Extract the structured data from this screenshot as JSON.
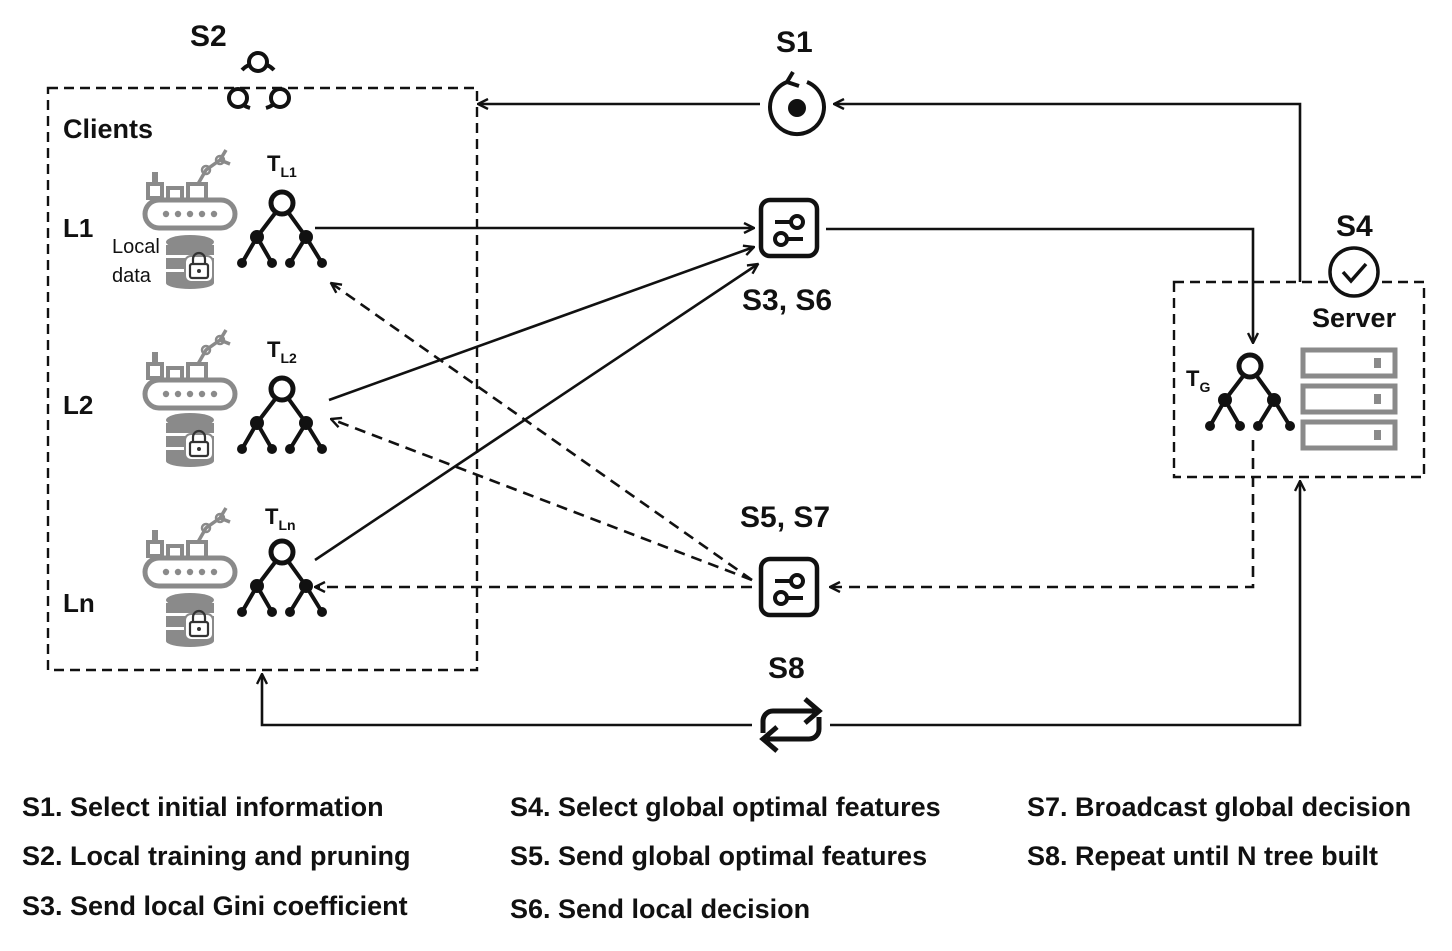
{
  "steps": {
    "s1": "S1",
    "s2": "S2",
    "s36": "S3, S6",
    "s4": "S4",
    "s57": "S5, S7",
    "s8": "S8"
  },
  "clients": {
    "title": "Clients",
    "local_data_line1": "Local",
    "local_data_line2": "data",
    "rows": [
      {
        "label": "L1",
        "tree_main": "T",
        "tree_sub": "L1"
      },
      {
        "label": "L2",
        "tree_main": "T",
        "tree_sub": "L2"
      },
      {
        "label": "Ln",
        "tree_main": "T",
        "tree_sub": "Ln"
      }
    ]
  },
  "server": {
    "title": "Server",
    "tree_main": "T",
    "tree_sub": "G"
  },
  "legend": [
    "S1. Select initial information",
    "S2. Local training and pruning",
    "S3. Send local Gini coefficient",
    "S4. Select global optimal features",
    "S5. Send global optimal features",
    "S6. Send local decision",
    "S7. Broadcast global decision",
    "S8. Repeat until N tree built"
  ],
  "icons": {
    "s1": "target-refresh-icon",
    "s2": "cycle-nodes-icon",
    "s36": "settings-toggle-icon",
    "s4": "check-circle-icon",
    "s57": "settings-toggle-icon",
    "s8": "repeat-icon",
    "client": "factory-conveyor-icon",
    "data": "locked-database-icon",
    "tree": "decision-tree-icon",
    "server": "server-rack-icon"
  }
}
